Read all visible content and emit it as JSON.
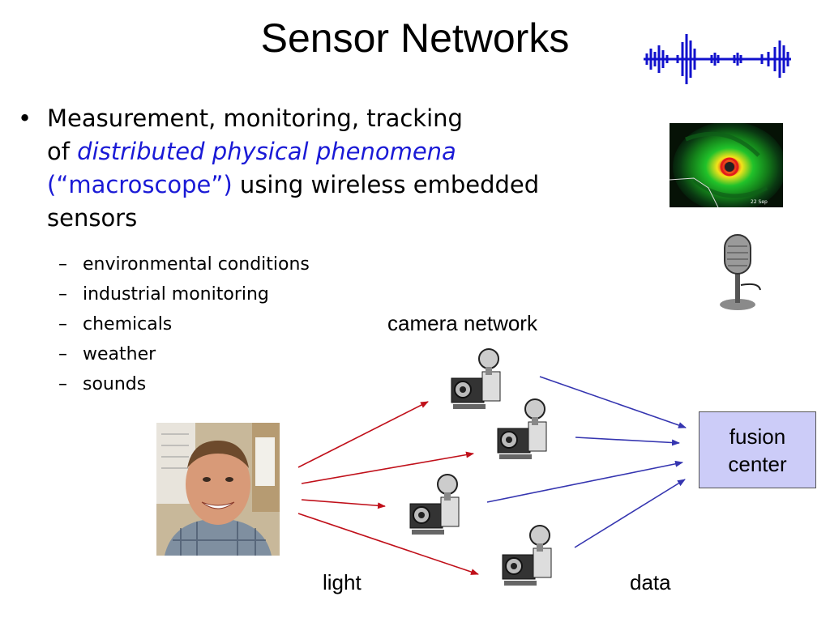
{
  "slide": {
    "title": "Sensor Networks",
    "bullet": {
      "marker": "•",
      "line1": "Measurement, monitoring, tracking",
      "of": "of ",
      "highlight": "distributed physical phenomena",
      "macroscope": "(“macroscope”)",
      "rest": " using wireless embedded sensors"
    },
    "sub_items": [
      "environmental conditions",
      "industrial monitoring",
      "chemicals",
      "weather",
      "sounds"
    ],
    "sub_marker": "–",
    "diagram": {
      "camera_label": "camera network",
      "fusion_line1": "fusion",
      "fusion_line2": "center",
      "light_label": "light",
      "data_label": "data"
    }
  },
  "colors": {
    "accent": "#1a1ad6",
    "light_arrow": "#c0101a",
    "data_arrow": "#3535b0",
    "fusion_fill": "#ccccf8"
  },
  "icons": [
    "waveform-icon",
    "hurricane-image",
    "microphone-image",
    "camera-icon",
    "person-photo"
  ]
}
